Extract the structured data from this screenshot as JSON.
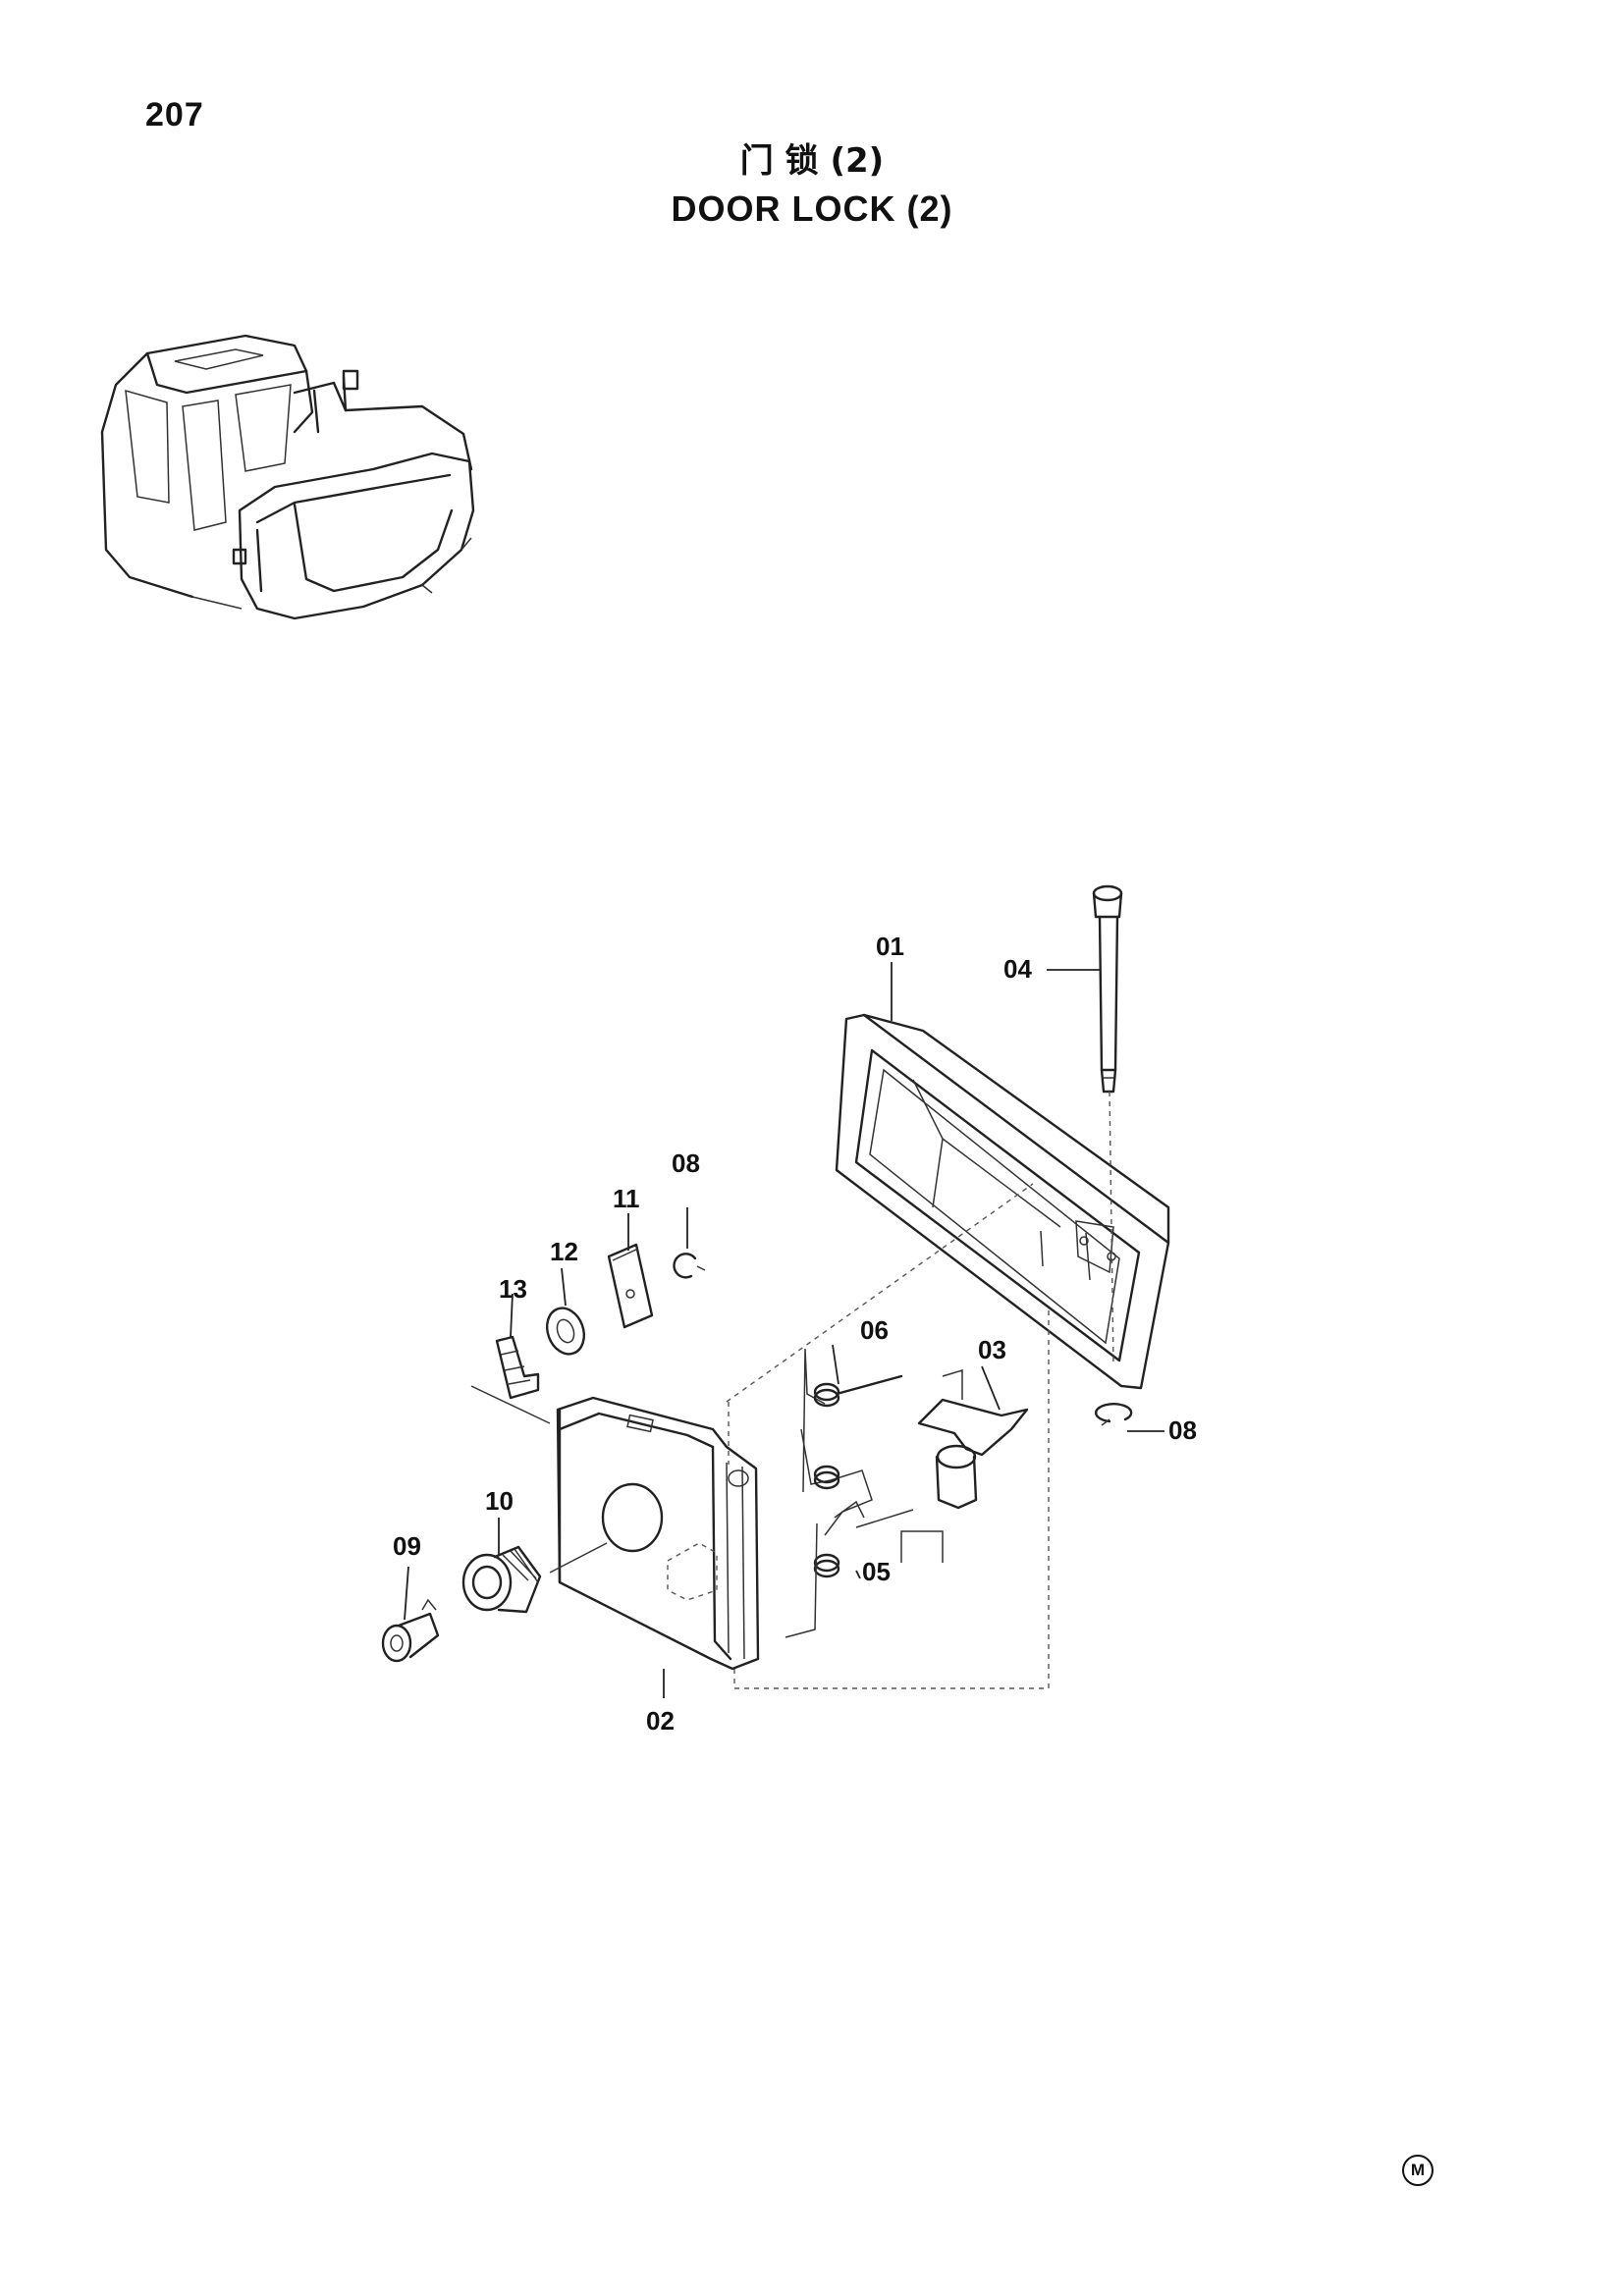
{
  "page": {
    "number": "207",
    "title_cn": "门 锁 (2)",
    "title_en": "DOOR LOCK (2)",
    "sheet_mark": "M"
  },
  "callouts": [
    {
      "id": "01",
      "label": "01"
    },
    {
      "id": "02",
      "label": "02"
    },
    {
      "id": "03",
      "label": "03"
    },
    {
      "id": "04",
      "label": "04"
    },
    {
      "id": "05",
      "label": "05"
    },
    {
      "id": "06",
      "label": "06"
    },
    {
      "id": "08a",
      "label": "08"
    },
    {
      "id": "08b",
      "label": "08"
    },
    {
      "id": "09",
      "label": "09"
    },
    {
      "id": "10",
      "label": "10"
    },
    {
      "id": "11",
      "label": "11"
    },
    {
      "id": "12",
      "label": "12"
    },
    {
      "id": "13",
      "label": "13"
    }
  ]
}
